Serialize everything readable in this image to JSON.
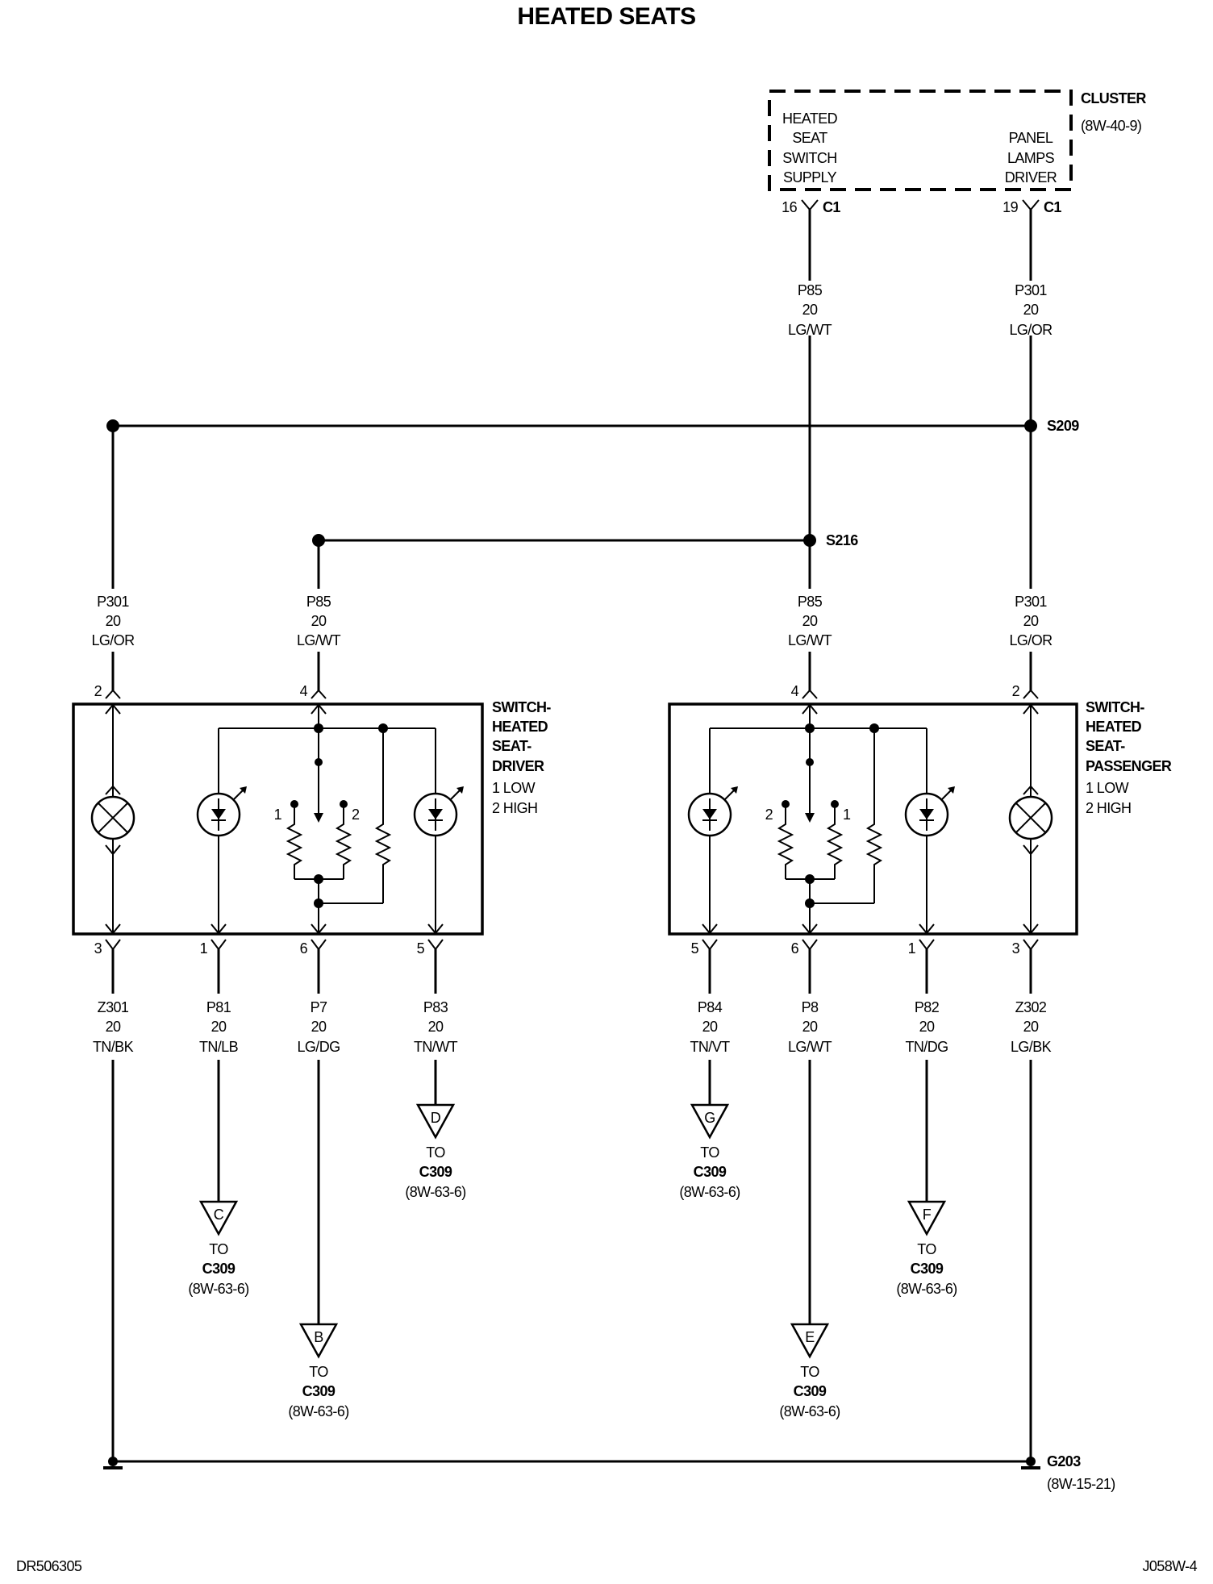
{
  "title": "HEATED SEATS",
  "cluster": {
    "name": "CLUSTER",
    "ref": "(8W-40-9)",
    "left_lines": [
      "HEATED",
      "SEAT",
      "SWITCH",
      "SUPPLY"
    ],
    "right_lines": [
      "PANEL",
      "LAMPS",
      "DRIVER"
    ]
  },
  "connectors": {
    "c1_left": {
      "pin": "16",
      "name": "C1"
    },
    "c1_right": {
      "pin": "19",
      "name": "C1"
    }
  },
  "wires": {
    "top_p85": [
      "P85",
      "20",
      "LG/WT"
    ],
    "top_p301": [
      "P301",
      "20",
      "LG/OR"
    ],
    "drv_p301": [
      "P301",
      "20",
      "LG/OR"
    ],
    "drv_p85": [
      "P85",
      "20",
      "LG/WT"
    ],
    "pas_p85": [
      "P85",
      "20",
      "LG/WT"
    ],
    "pas_p301": [
      "P301",
      "20",
      "LG/OR"
    ],
    "z301": [
      "Z301",
      "20",
      "TN/BK"
    ],
    "p81": [
      "P81",
      "20",
      "TN/LB"
    ],
    "p7": [
      "P7",
      "20",
      "LG/DG"
    ],
    "p83": [
      "P83",
      "20",
      "TN/WT"
    ],
    "p84": [
      "P84",
      "20",
      "TN/VT"
    ],
    "p8": [
      "P8",
      "20",
      "LG/WT"
    ],
    "p82": [
      "P82",
      "20",
      "TN/DG"
    ],
    "z302": [
      "Z302",
      "20",
      "LG/BK"
    ]
  },
  "splices": {
    "s209": "S209",
    "s216": "S216"
  },
  "driver_switch": {
    "name_lines": [
      "SWITCH-",
      "HEATED",
      "SEAT-",
      "DRIVER"
    ],
    "mode_lines": [
      "1 LOW",
      "2 HIGH"
    ],
    "pins_top": [
      "2",
      "4"
    ],
    "pins_bottom": [
      "3",
      "1",
      "6",
      "5"
    ],
    "contacts": [
      "1",
      "2"
    ]
  },
  "passenger_switch": {
    "name_lines": [
      "SWITCH-",
      "HEATED",
      "SEAT-",
      "PASSENGER"
    ],
    "mode_lines": [
      "1 LOW",
      "2 HIGH"
    ],
    "pins_top": [
      "4",
      "2"
    ],
    "pins_bottom": [
      "5",
      "6",
      "1",
      "3"
    ],
    "contacts": [
      "2",
      "1"
    ]
  },
  "destinations": [
    {
      "letter": "C",
      "to": "TO",
      "conn": "C309",
      "ref": "(8W-63-6)"
    },
    {
      "letter": "B",
      "to": "TO",
      "conn": "C309",
      "ref": "(8W-63-6)"
    },
    {
      "letter": "D",
      "to": "TO",
      "conn": "C309",
      "ref": "(8W-63-6)"
    },
    {
      "letter": "G",
      "to": "TO",
      "conn": "C309",
      "ref": "(8W-63-6)"
    },
    {
      "letter": "E",
      "to": "TO",
      "conn": "C309",
      "ref": "(8W-63-6)"
    },
    {
      "letter": "F",
      "to": "TO",
      "conn": "C309",
      "ref": "(8W-63-6)"
    }
  ],
  "ground": {
    "name": "G203",
    "ref": "(8W-15-21)"
  },
  "footer": {
    "left": "DR506305",
    "right": "J058W-4"
  }
}
